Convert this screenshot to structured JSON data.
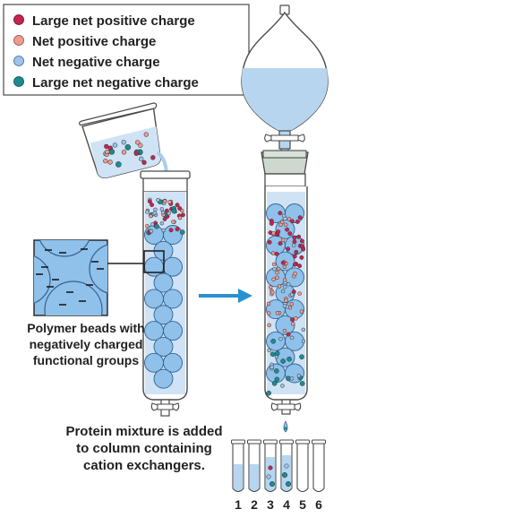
{
  "legend": {
    "items": [
      {
        "label": "Large net positive charge",
        "color": "#c8224f"
      },
      {
        "label": "Net positive charge",
        "color": "#f19b90"
      },
      {
        "label": "Net negative charge",
        "color": "#9cc3ea"
      },
      {
        "label": "Large net negative charge",
        "color": "#1c8b94"
      }
    ]
  },
  "beads_label": {
    "line1": "Polymer beads with",
    "line2": "negatively charged",
    "line3": "functional groups"
  },
  "caption": {
    "line1": "Protein mixture is added",
    "line2": "to column containing",
    "line3": "cation exchangers."
  },
  "fractions": {
    "labels": [
      "1",
      "2",
      "3",
      "4",
      "5",
      "6"
    ]
  },
  "colors": {
    "bead": "#8fc1ea",
    "bead_stroke": "#35618f",
    "liquid": "#b7d5ef",
    "arrow": "#2a8fcf",
    "outline": "#4a4a4a"
  }
}
